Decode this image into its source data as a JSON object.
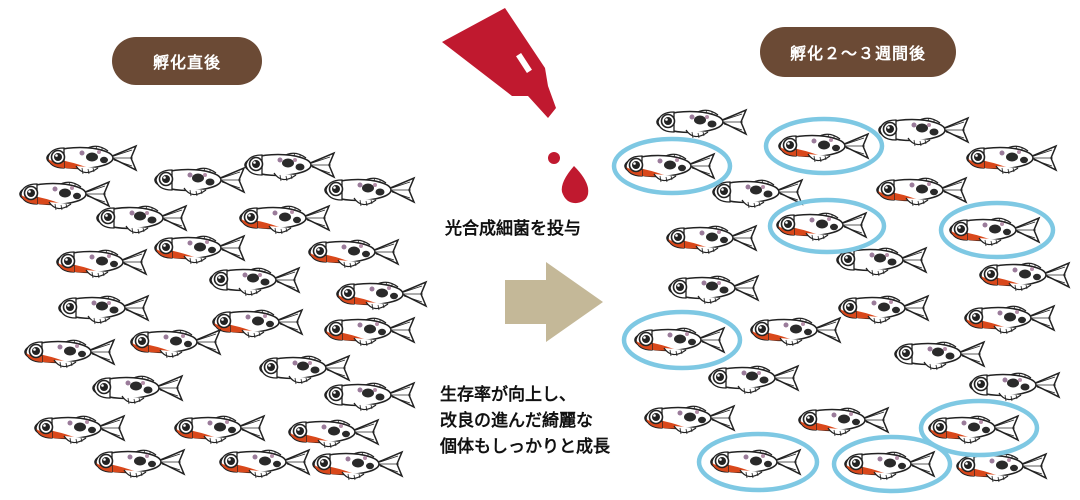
{
  "labels": {
    "before": "孵化直後",
    "after": "孵化２～３週間後"
  },
  "captions": {
    "action": "光合成細菌を投与",
    "result": [
      "生存率が向上し、",
      "改良の進んだ綺麗な",
      "個体もしっかりと成長"
    ]
  },
  "colors": {
    "label_bg": "#6b4a35",
    "bottle": "#c0192f",
    "arrow": "#c4b898",
    "highlight_ring": "#7ec8e3",
    "fish_orange": "#d9481b"
  },
  "icons": [
    "bottle-icon",
    "droplet-icon",
    "arrow-right-icon",
    "fish-icon"
  ]
}
